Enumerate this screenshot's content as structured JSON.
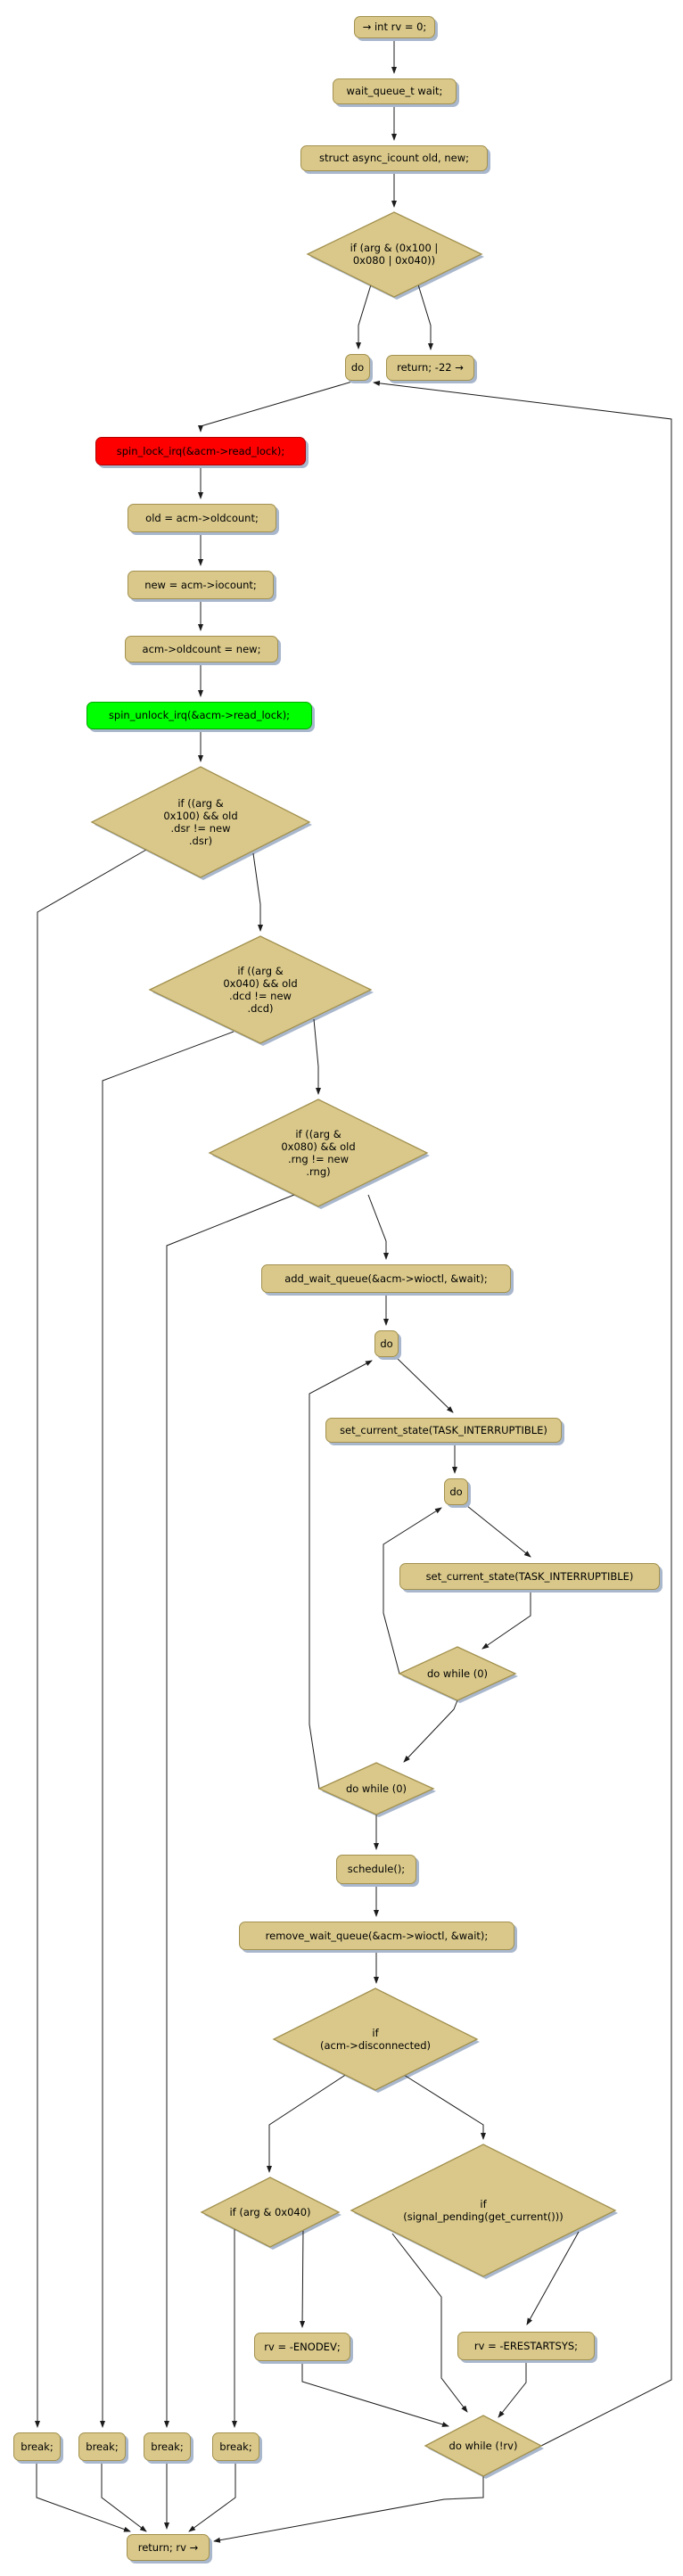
{
  "nodes": {
    "start": "→ int rv = 0;",
    "wait_decl": "wait_queue_t wait;",
    "struct_decl": "struct async_icount old, new;",
    "if_mask": [
      "if (arg & (0x100 |",
      "0x080 | 0x040))"
    ],
    "do_outer": "do",
    "return_neg22": "return; -22 →",
    "spin_lock": "spin_lock_irq(&acm->read_lock);",
    "old_assign": "old = acm->oldcount;",
    "new_assign": "new = acm->iocount;",
    "oldcount_assign": "acm->oldcount = new;",
    "spin_unlock": "spin_unlock_irq(&acm->read_lock);",
    "if_dsr": [
      "if ((arg &",
      "0x100) && old",
      ".dsr != new",
      ".dsr)"
    ],
    "if_dcd": [
      "if ((arg &",
      "0x040) && old",
      ".dcd != new",
      ".dcd)"
    ],
    "if_rng": [
      "if ((arg &",
      "0x080) && old",
      ".rng != new",
      ".rng)"
    ],
    "add_wait_queue": "add_wait_queue(&acm->wioctl, &wait);",
    "do_mid": "do",
    "set_state_1": "set_current_state(TASK_INTERRUPTIBLE)",
    "do_inner": "do",
    "set_state_2": "set_current_state(TASK_INTERRUPTIBLE)",
    "do_while_0_inner": "do while (0)",
    "do_while_0_outer": "do while (0)",
    "schedule": "schedule();",
    "remove_wait_queue": "remove_wait_queue(&acm->wioctl, &wait);",
    "if_disconnected": [
      "if",
      "(acm->disconnected)"
    ],
    "if_arg_040": "if (arg & 0x040)",
    "if_signal_pending": [
      "if",
      "(signal_pending(get_current()))"
    ],
    "rv_enodev": "rv = -ENODEV;",
    "rv_erestartsys": "rv = -ERESTARTSYS;",
    "do_while_not_rv": "do while (!rv)",
    "break_1": "break;",
    "break_2": "break;",
    "break_3": "break;",
    "break_4": "break;",
    "return_rv": "return; rv →"
  },
  "colors": {
    "node_fill": "#d9c88a",
    "node_border": "#a2914f",
    "shadow": "#a9b7cd",
    "lock_red": "#ff0000",
    "lock_red_border": "#b40000",
    "unlock_green": "#00ff00",
    "unlock_green_border": "#00a800",
    "edge": "#1c1c1c"
  }
}
